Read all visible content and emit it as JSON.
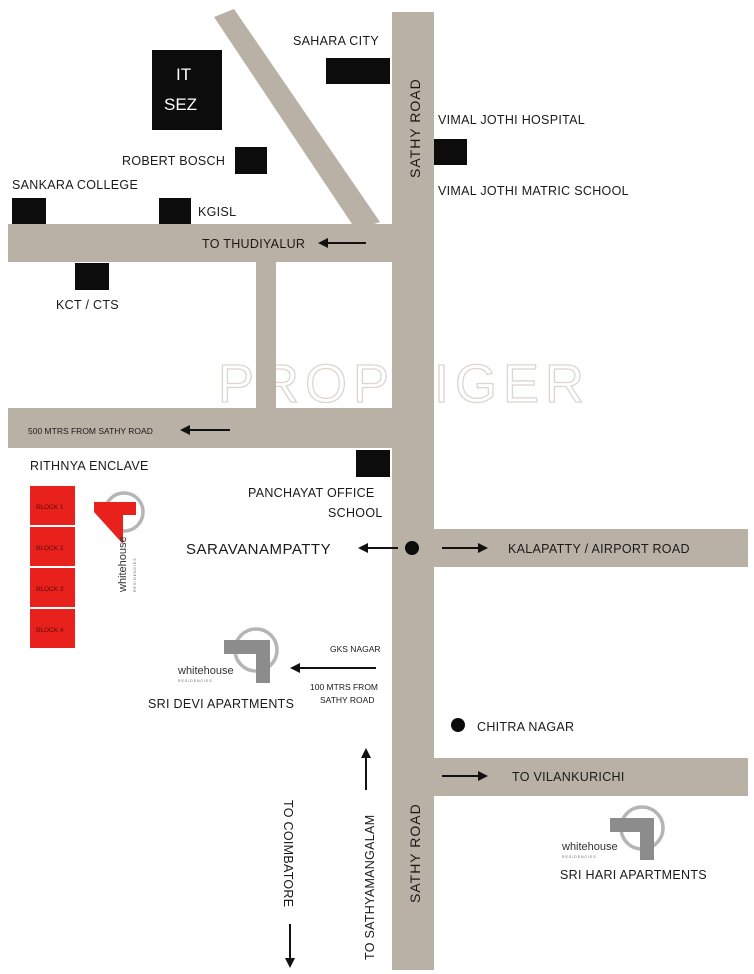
{
  "watermark": "PROPTIGER",
  "roads": {
    "main_road_upper": "SATHY ROAD",
    "main_road_lower": "SATHY ROAD"
  },
  "landmarks": {
    "it_sez_line1": "IT",
    "it_sez_line2": "SEZ",
    "sahara_city": "SAHARA CITY",
    "vimal_jothi_hospital": "VIMAL JOTHI HOSPITAL",
    "vimal_jothi_school": "VIMAL JOTHI MATRIC SCHOOL",
    "robert_bosch": "ROBERT BOSCH",
    "sankara_college": "SANKARA COLLEGE",
    "kgisl": "KGISL",
    "kct_cts": "KCT / CTS",
    "panchayat_line1": "PANCHAYAT OFFICE",
    "panchayat_line2": "SCHOOL",
    "saravanampatty": "SARAVANAMPATTY",
    "chitra_nagar": "CHITRA NAGAR"
  },
  "directions": {
    "to_thudiyalur": "TO THUDIYALUR",
    "mtrs_500": "500 MTRS FROM SATHY ROAD",
    "kalapatty": "KALAPATTY / AIRPORT ROAD",
    "gks_nagar": "GKS NAGAR",
    "mtrs_100_line1": "100 MTRS FROM",
    "mtrs_100_line2": "SATHY ROAD",
    "to_vilankurichi": "TO VILANKURICHI",
    "to_coimbatore": "TO COIMBATORE",
    "to_sathyamangalam": "TO SATHYAMANGALAM"
  },
  "projects": {
    "rithnya_enclave": "RITHNYA ENCLAVE",
    "blocks": [
      "BLOCK 1",
      "BLOCK 2",
      "BLOCK 3",
      "BLOCK 4"
    ],
    "sri_devi": "SRI DEVI APARTMENTS",
    "sri_hari": "SRI HARI APARTMENTS",
    "logo_brand": "whitehouse",
    "logo_sub": "RESIDENCIES"
  },
  "colors": {
    "road": "#b9b1a5",
    "landmark": "#0c0c0c",
    "block": "#e8211d",
    "logo_accent_red": "#e8211d",
    "logo_accent_gray": "#8c8c8c"
  }
}
